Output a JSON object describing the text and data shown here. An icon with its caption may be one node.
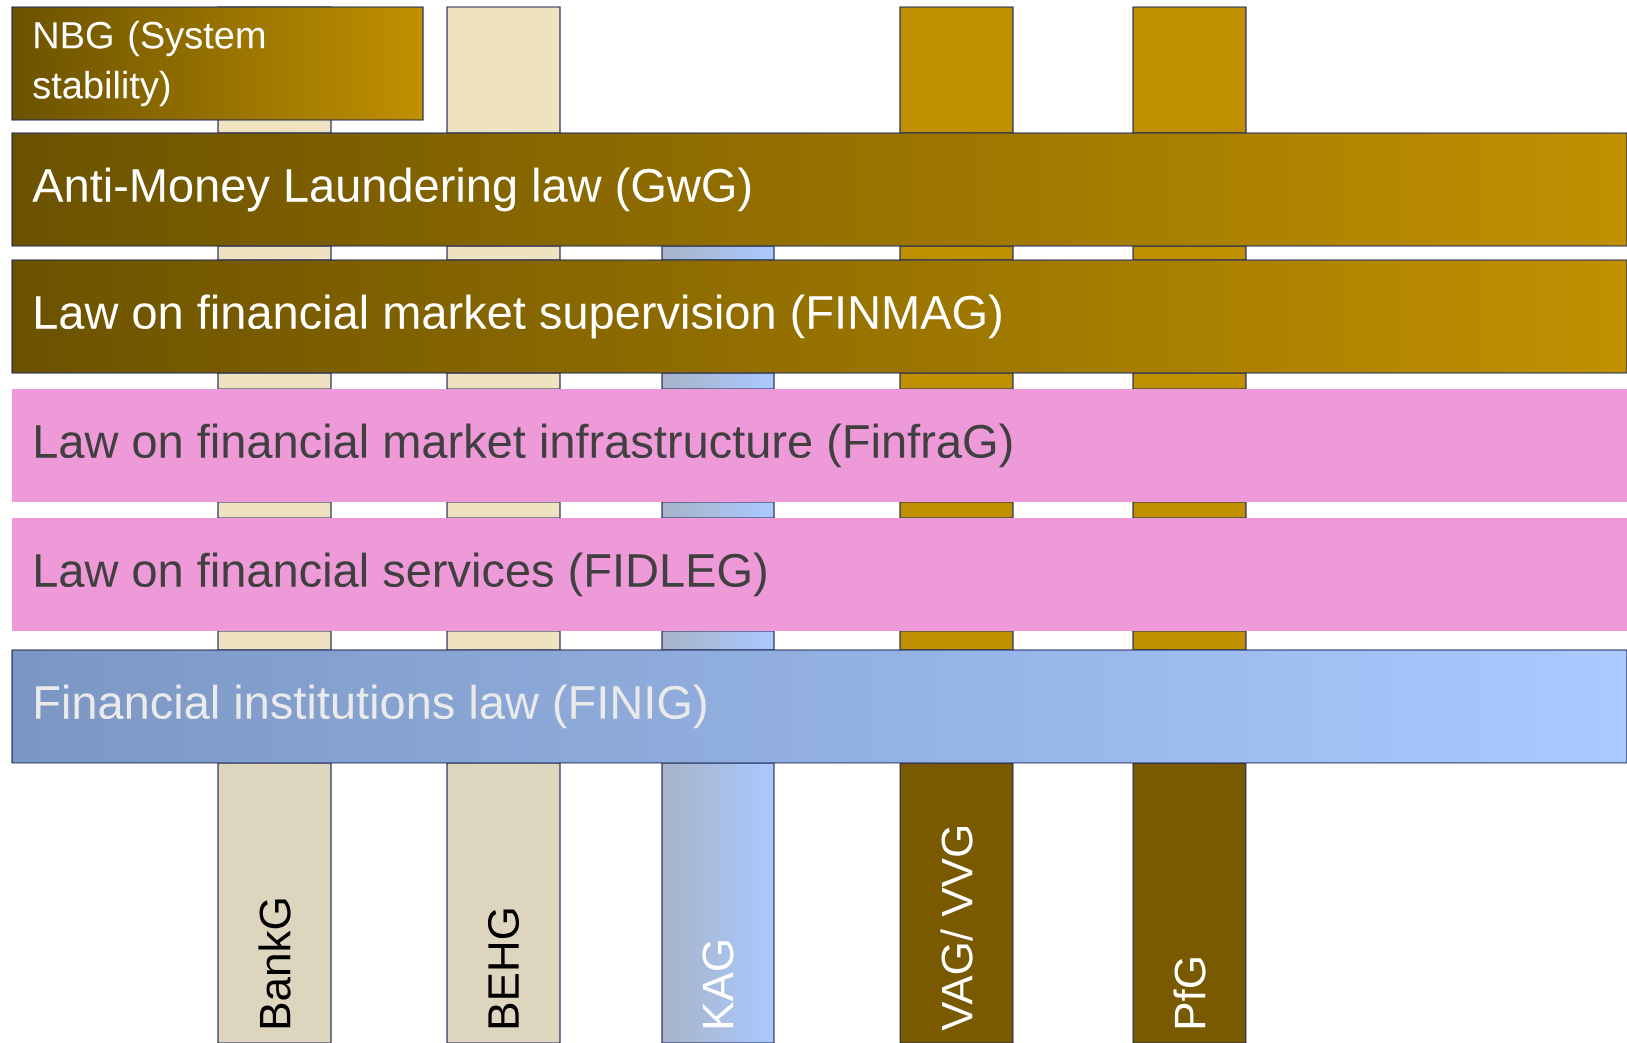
{
  "diagram": {
    "nodes": [
      {
        "text": [
          "NBG (System stability)"
        ]
      },
      {
        "text": [
          "Anti-Money Laundering law (GwG)"
        ]
      },
      {
        "text": [
          "Law on financial market supervision (FINMAG)"
        ]
      },
      {
        "text": [
          "Law on financial market infrastructure (FinfraG)"
        ]
      },
      {
        "text": [
          "Law on financial services (FIDLEG)"
        ]
      },
      {
        "text": [
          "Financial institutions law (FINIG)"
        ]
      },
      {
        "text": [
          "BankG"
        ]
      },
      {
        "text": [
          "BEHG"
        ]
      },
      {
        "text": [
          "KAG"
        ]
      },
      {
        "text": [
          "VAG/ VVG"
        ]
      },
      {
        "text": [
          "PfG"
        ]
      }
    ]
  }
}
